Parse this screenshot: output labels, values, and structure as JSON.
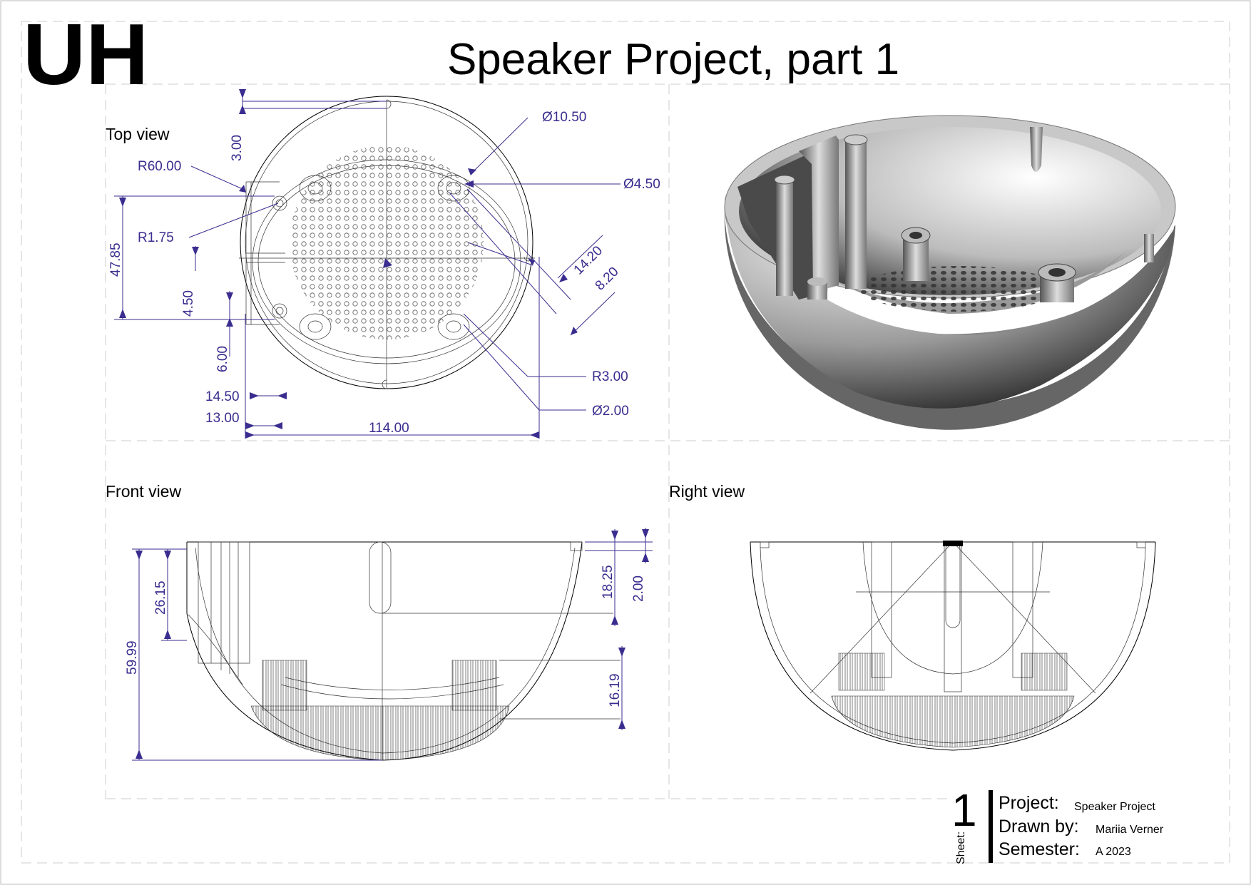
{
  "header": {
    "logo": "UH",
    "title": "Speaker Project, part 1"
  },
  "views": {
    "top": "Top view",
    "front": "Front view",
    "right": "Right view"
  },
  "dimensions": {
    "top": {
      "d1": "3.00",
      "d2": "R60.00",
      "d3": "47.85",
      "d4": "R1.75",
      "d5": "4.50",
      "d6": "6.00",
      "d7": "14.50",
      "d8": "13.00",
      "d9": "114.00",
      "d10": "Ø10.50",
      "d11": "Ø4.50",
      "d12": "14.20",
      "d13": "8.20",
      "d14": "R3.00",
      "d15": "Ø2.00"
    },
    "front": {
      "d1": "59.99",
      "d2": "26.15",
      "d3": "18.25",
      "d4": "2.00",
      "d5": "16.19"
    }
  },
  "title_block": {
    "sheet_number": "1",
    "sheet_label": "Sheet:",
    "project_label": "Project:",
    "project_value": "Speaker Project",
    "drawn_label": "Drawn by:",
    "drawn_value": "Mariia Verner",
    "semester_label": "Semester:",
    "semester_value": "A 2023"
  },
  "colors": {
    "dimension": "#3a2d8f",
    "line": "#000000"
  }
}
